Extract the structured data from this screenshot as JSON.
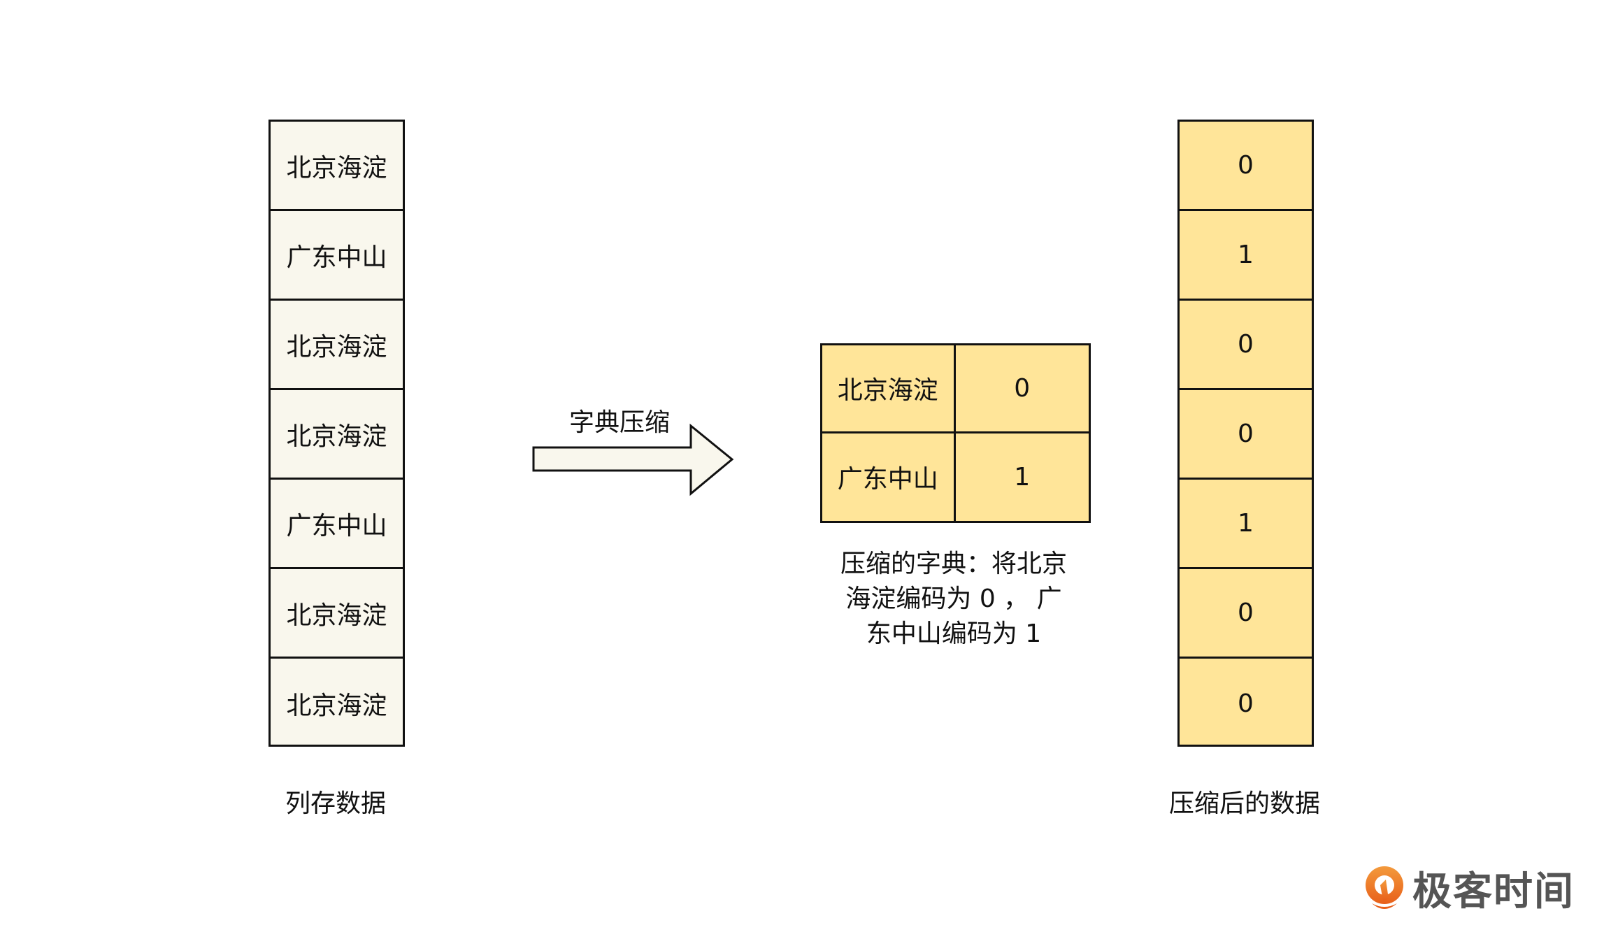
{
  "column_data": {
    "title": "列存数据",
    "cells": [
      "北京海淀",
      "广东中山",
      "北京海淀",
      "北京海淀",
      "广东中山",
      "北京海淀",
      "北京海淀"
    ]
  },
  "arrow": {
    "label": "字典压缩"
  },
  "dictionary": {
    "rows": [
      {
        "key": "北京海淀",
        "code": "0"
      },
      {
        "key": "广东中山",
        "code": "1"
      }
    ],
    "caption_lines": [
      "压缩的字典：将北京",
      "海淀编码为 0 ， 广",
      "东中山编码为 1"
    ]
  },
  "compressed_data": {
    "title": "压缩后的数据",
    "cells": [
      "0",
      "1",
      "0",
      "0",
      "1",
      "0",
      "0"
    ]
  },
  "logo": {
    "text": "极客时间"
  },
  "colors": {
    "left_fill": "#f9f7ed",
    "yellow_fill": "#ffe599",
    "logo_orange": "#ea6a1c"
  }
}
